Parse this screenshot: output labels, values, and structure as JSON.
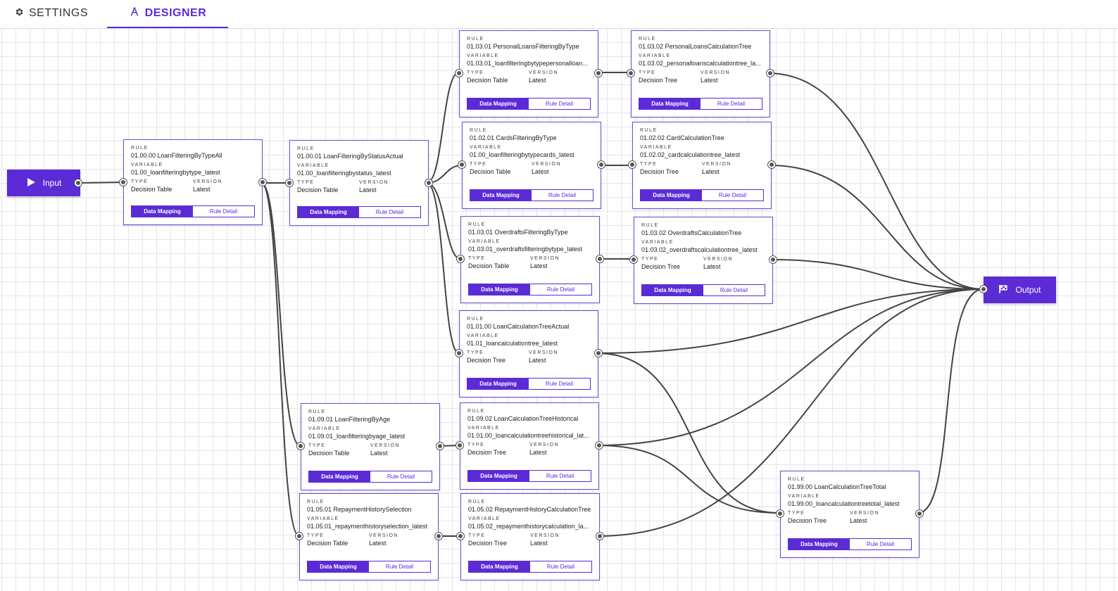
{
  "tabs": {
    "settings": "SETTINGS",
    "designer": "DESIGNER"
  },
  "labels": {
    "rule": "RULE",
    "variable": "VARIABLE",
    "type": "TYPE",
    "version": "VERSION",
    "data_mapping": "Data Mapping",
    "rule_detail": "Rule Detail"
  },
  "input_node": {
    "label": "Input",
    "icon": "play-icon"
  },
  "output_node": {
    "label": "Output",
    "icon": "flag-icon"
  },
  "nodes": [
    {
      "rule": "01.00.00 LoanFilteringByTypeAll",
      "variable": "01.00_loanfilteringbytype_latest",
      "type": "Decision Table",
      "version": "Latest"
    },
    {
      "rule": "01.00.01 LoanFilteringByStatusActual",
      "variable": "01.00_loanfilteringbystatus_latest",
      "type": "Decision Table",
      "version": "Latest"
    },
    {
      "rule": "01.03.01 PersonalLoansFilteringByType",
      "variable": "01.03.01_loanfilteringbytypepersonalloan...",
      "type": "Decision Table",
      "version": "Latest"
    },
    {
      "rule": "01.03.02 PersonalLoansCalculationTree",
      "variable": "01.03.02_personalloanscalculationtree_la...",
      "type": "Decision Tree",
      "version": "Latest"
    },
    {
      "rule": "01.02.01 CardsFilteringByType",
      "variable": "01.00_loanfilteringbytypecards_latest",
      "type": "Decision Table",
      "version": "Latest"
    },
    {
      "rule": "01.02.02 CardCalculationTree",
      "variable": "01.02.02_cardcalculationtree_latest",
      "type": "Decision Tree",
      "version": "Latest"
    },
    {
      "rule": "01.03.01 OverdraftsFilteringByType",
      "variable": "01.03.01_overdraftsfilteringbytype_latest",
      "type": "Decision Table",
      "version": "Latest"
    },
    {
      "rule": "01.03.02 OverdraftsCalculationTree",
      "variable": "01.03.02_overdraftscalculationtree_latest",
      "type": "Decision Tree",
      "version": "Latest"
    },
    {
      "rule": "01.01.00 LoanCalculationTreeActual",
      "variable": "01.01_loancalculationtree_latest",
      "type": "Decision Tree",
      "version": "Latest"
    },
    {
      "rule": "01.09.01 LoanFilteringByAge",
      "variable": "01.09.01_loanfilteringbyage_latest",
      "type": "Decision Table",
      "version": "Latest"
    },
    {
      "rule": "01.09.02 LoanCalculationTreeHistorical",
      "variable": "01.01.00_loancalculationtreehistorical_lat...",
      "type": "Decision Tree",
      "version": "Latest"
    },
    {
      "rule": "01.05.01 RepaymentHistorySelection",
      "variable": "01.05.01_repaymenthistoryselection_latest",
      "type": "Decision Table",
      "version": "Latest"
    },
    {
      "rule": "01.05.02 RepaymentHistoryCalculationTree",
      "variable": "01.05.02_repaymenthistorycalculation_la...",
      "type": "Decision Tree",
      "version": "Latest"
    },
    {
      "rule": "01.99.00 LoanCalculationTreeTotal",
      "variable": "01.99.00_loancalculationtreetotal_latest",
      "type": "Decision Tree",
      "version": "Latest"
    }
  ],
  "colors": {
    "accent": "#5b2bd6",
    "edge": "#444444",
    "port": "#555555"
  }
}
